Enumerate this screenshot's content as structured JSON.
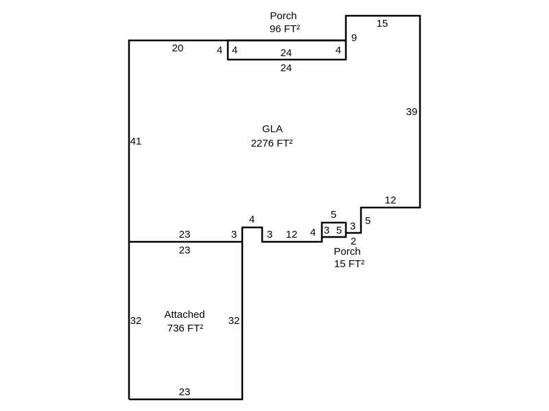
{
  "areas": {
    "gla": {
      "name": "GLA",
      "area": "2276 FT²"
    },
    "porch_top": {
      "name": "Porch",
      "area": "96 FT²"
    },
    "porch_small": {
      "name": "Porch",
      "area": "15 FT²"
    },
    "attached": {
      "name": "Attached",
      "area": "736 FT²"
    }
  },
  "dimensions": {
    "gla_top_left": "20",
    "gla_step_left": "4",
    "porch_left": "4",
    "porch_inner": "24",
    "porch_right": "4",
    "porch_bottom": "24",
    "gla_step_up": "9",
    "gla_top_right": "15",
    "gla_right": "39",
    "gla_lower_right": "12",
    "gla_left": "41",
    "step_5_top": "5",
    "step_5_side": "5",
    "step_2": "2",
    "small_porch_3_left": "3",
    "small_porch_5": "5",
    "small_porch_3_right": "3",
    "bottom_4": "4",
    "bottom_12": "12",
    "notch_3_right": "3",
    "notch_4": "4",
    "notch_3_left": "3",
    "gla_bottom_left": "23",
    "garage_top": "23",
    "garage_left": "32",
    "garage_right": "32",
    "garage_bottom": "23"
  }
}
